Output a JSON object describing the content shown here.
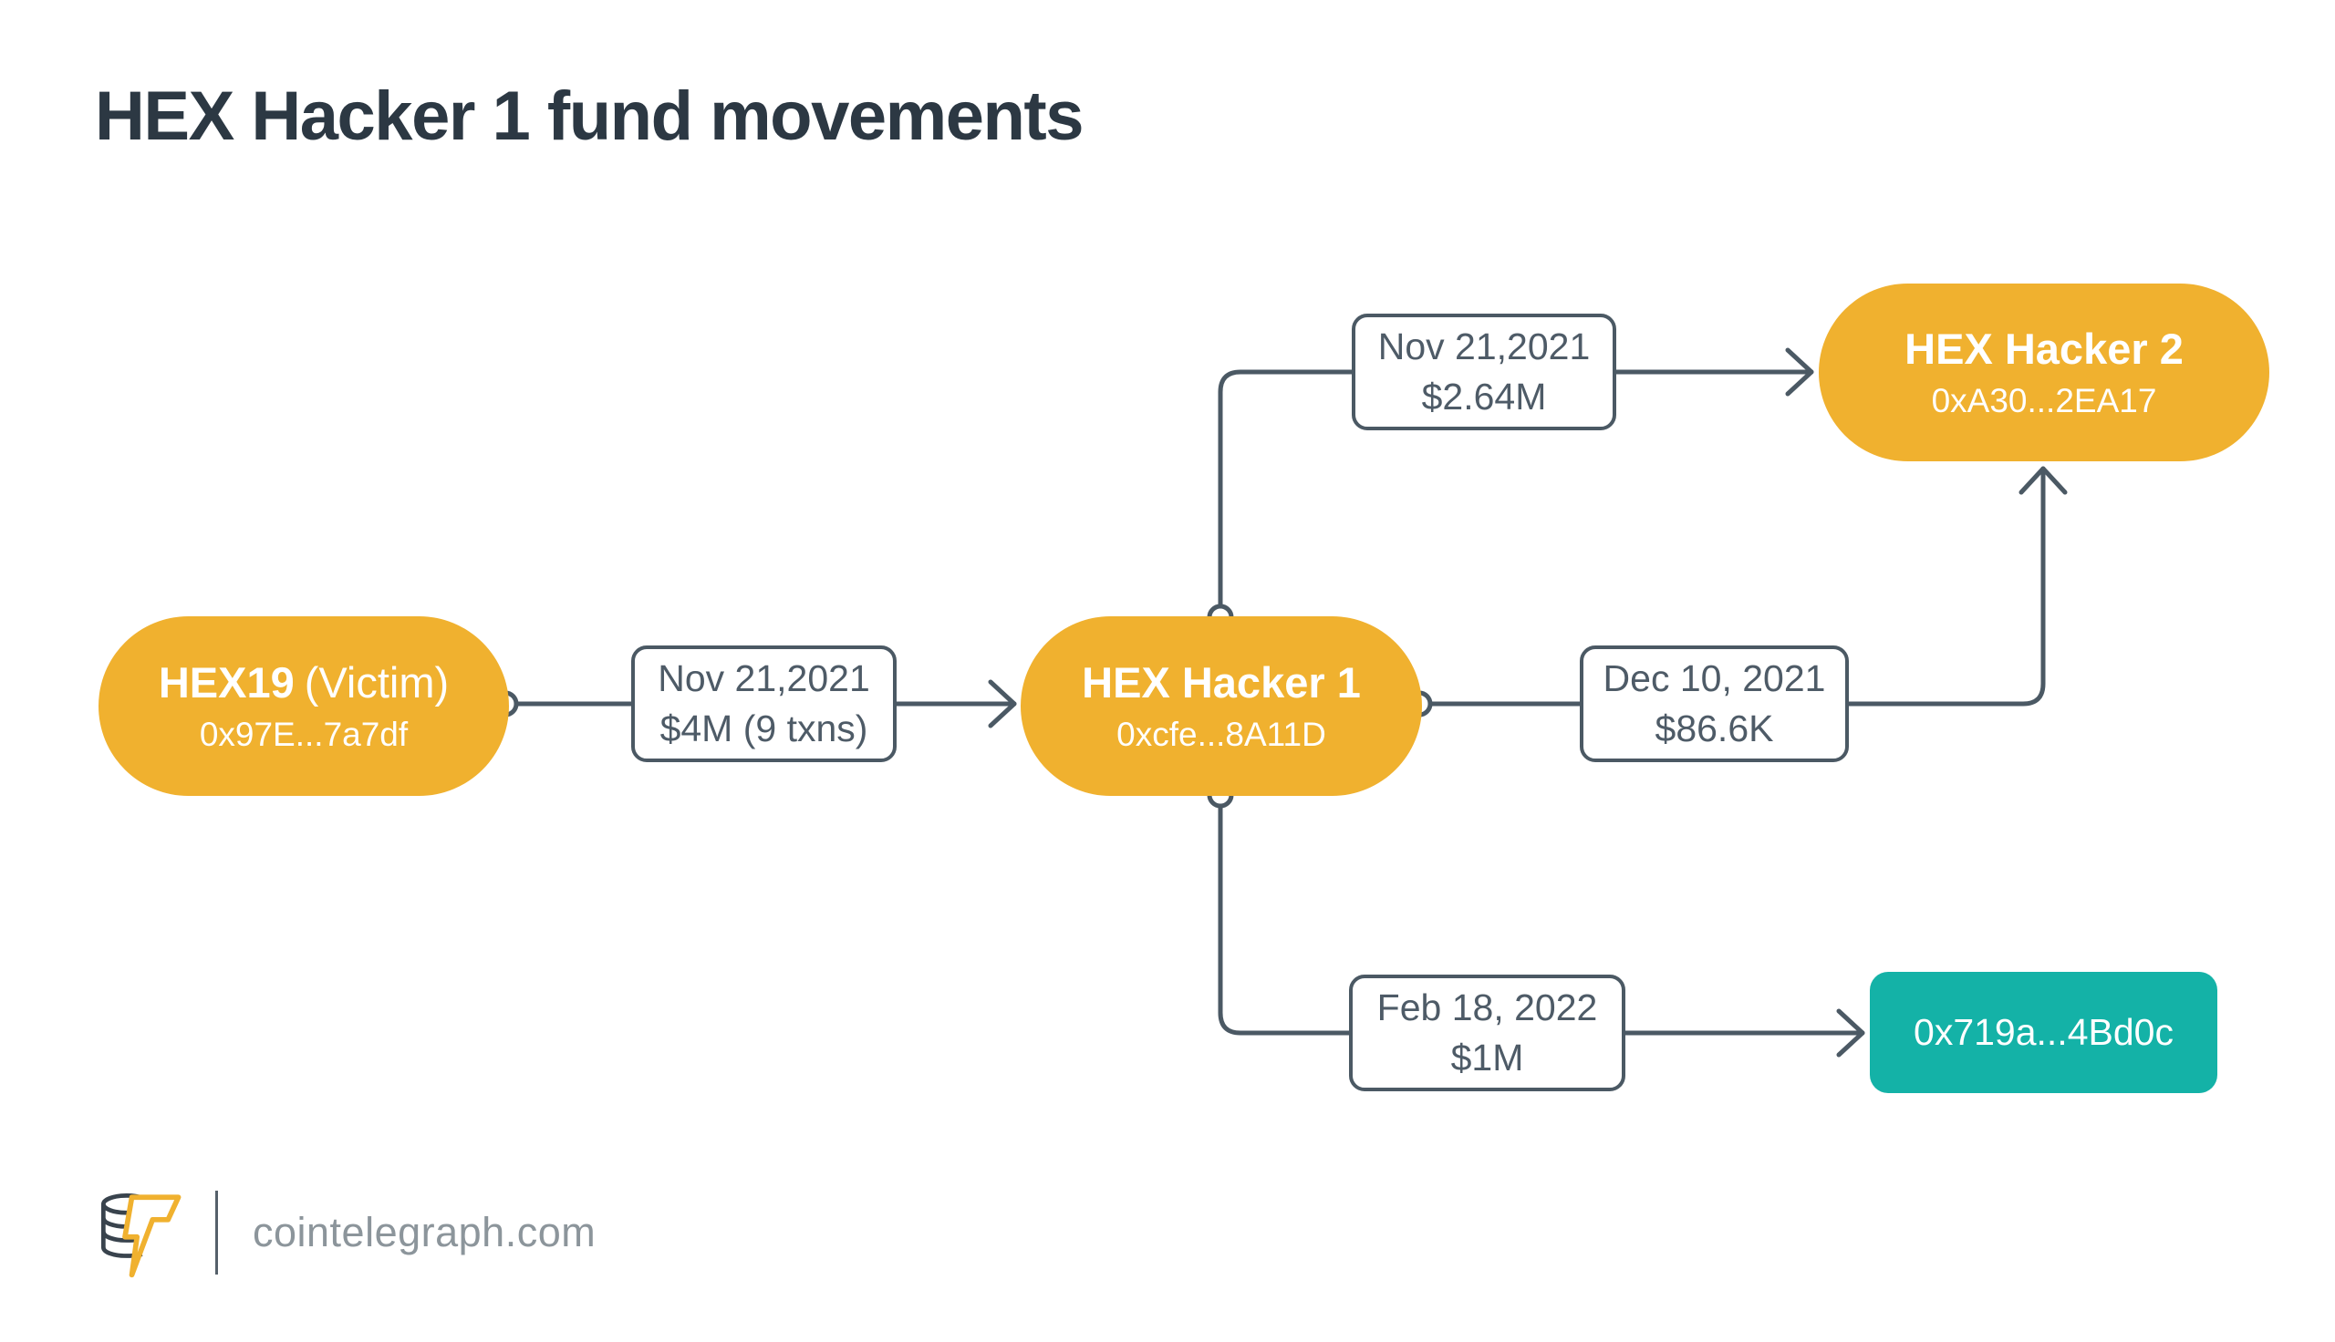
{
  "title": "HEX Hacker 1 fund movements",
  "nodes": {
    "victim": {
      "name": "HEX19",
      "suffix": "(Victim)",
      "address": "0x97E...7a7df"
    },
    "hacker1": {
      "name": "HEX Hacker 1",
      "address": "0xcfe...8A11D"
    },
    "hacker2": {
      "name": "HEX Hacker 2",
      "address": "0xA30...2EA17"
    },
    "wallet": {
      "address": "0x719a...4Bd0c"
    }
  },
  "transactions": [
    {
      "date": "Nov 21,2021",
      "amount": "$4M (9 txns)"
    },
    {
      "date": "Nov 21,2021",
      "amount": "$2.64M"
    },
    {
      "date": "Dec 10, 2021",
      "amount": "$86.6K"
    },
    {
      "date": "Feb 18, 2022",
      "amount": "$1M"
    }
  ],
  "footer": {
    "site": "cointelegraph.com"
  },
  "colors": {
    "orange": "#F0B12F",
    "teal": "#14B2A7",
    "slate": "#4B5964",
    "ink": "#2C3843",
    "box_text": "#4E5B67",
    "footer_text": "#8C959B",
    "bg": "#FFFFFF"
  }
}
